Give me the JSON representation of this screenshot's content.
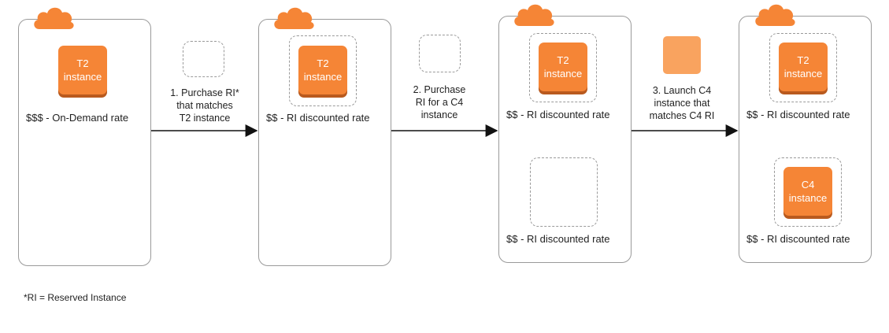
{
  "instances": {
    "t2_line1": "T2",
    "c4_line1": "C4",
    "line2": "instance"
  },
  "panels": [
    {
      "rate": "$$$  - On-Demand rate"
    },
    {
      "rate": "$$  - RI discounted rate"
    },
    {
      "rate_top": "$$  - RI discounted rate",
      "rate_bottom": "$$  - RI discounted rate"
    },
    {
      "rate_top": "$$  - RI discounted rate",
      "rate_bottom": "$$  - RI discounted rate"
    }
  ],
  "steps": [
    {
      "line1": "1. Purchase RI*",
      "line2": "that matches",
      "line3": "T2 instance"
    },
    {
      "line1": "2. Purchase",
      "line2": "RI for a C4",
      "line3": "instance"
    },
    {
      "line1": "3. Launch C4",
      "line2": "instance that",
      "line3": "matches C4 RI"
    }
  ],
  "footnote": "*RI = Reserved Instance",
  "colors": {
    "instance_orange": "#f58536",
    "instance_light_orange": "#f9a35f",
    "cloud_orange": "#f58536",
    "border_gray": "#9a9a9a"
  },
  "icons": [
    "cloud-icon",
    "arrow-right-icon"
  ]
}
